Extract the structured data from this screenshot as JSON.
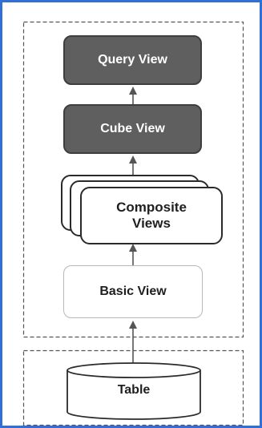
{
  "diagram": {
    "nodes": {
      "query_view": "Query View",
      "cube_view": "Cube View",
      "composite_views": "Composite Views",
      "basic_view": "Basic View",
      "table": "Table"
    },
    "colors": {
      "frame_border": "#2f6fd6",
      "dark_fill": "#5f5f5f",
      "dashed_border": "#555555"
    },
    "flow": [
      "table",
      "basic_view",
      "composite_views",
      "cube_view",
      "query_view"
    ]
  }
}
